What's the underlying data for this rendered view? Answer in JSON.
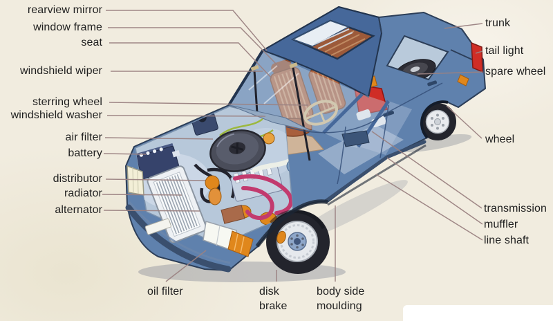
{
  "labels": {
    "rearview_mirror": "rearview mirror",
    "window_frame": "window frame",
    "seat": "seat",
    "windshield_wiper": "windshield wiper",
    "sterring_wheel": "sterring wheel",
    "windshield_washer": "windshield washer",
    "air_filter": "air filter",
    "battery": "battery",
    "distributor": "distributor",
    "radiator": "radiator",
    "alternator": "alternator",
    "oil_filter": "oil filter",
    "disk_brake": "disk brake",
    "body_side_moulding": "body side moulding",
    "trunk": "trunk",
    "tail_light": "tail light",
    "spare_wheel": "spare wheel",
    "wheel": "wheel",
    "transmission": "transmission",
    "muffler": "muffler",
    "line_shaft": "line shaft"
  },
  "colors": {
    "background": "#f1ecdf",
    "car_body": "#5f81ad",
    "car_roof": "#46689a",
    "outline": "#2c3e58",
    "glass": "#c6d5e5",
    "seats": "#b06a45",
    "tail_light": "#cf2d26",
    "engine_orange": "#e0871c",
    "hose_pink": "#c23a6e",
    "leader_line": "#9b8282",
    "label_text": "#1f1f1f"
  }
}
